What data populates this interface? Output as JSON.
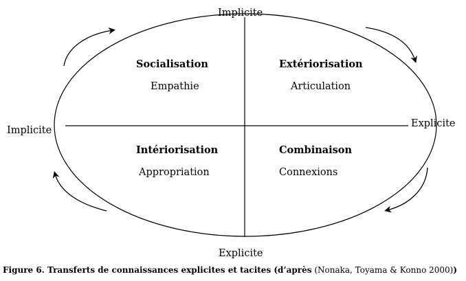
{
  "axis_labels": {
    "top": "Implicite",
    "bottom": "Explicite",
    "left": "Implicite",
    "right": "Explicite"
  },
  "quadrants": {
    "top_left": {
      "title": "Socialisation",
      "subtitle": "Empathie"
    },
    "top_right": {
      "title": "Extériorisation",
      "subtitle": "Articulation"
    },
    "bottom_left": {
      "title": "Intériorisation",
      "subtitle": "Appropriation"
    },
    "bottom_right": {
      "title": "Combinaison",
      "subtitle": "Connexions"
    }
  },
  "caption": {
    "bold_part": "Figure 6. Transferts de connaissances explicites et tacites (d’après",
    "normal_part": "(Nonaka, Toyama & Konno 2000)",
    "closing": ")"
  },
  "colors": {
    "stroke": "#000000",
    "background": "#ffffff"
  }
}
